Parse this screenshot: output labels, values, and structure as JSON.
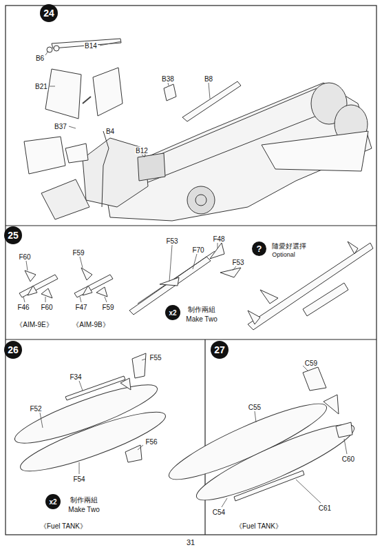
{
  "diagram": {
    "nodes": [
      {
        "text": [
          "24"
        ]
      },
      {
        "text": [
          "25"
        ]
      },
      {
        "text": [
          "x2"
        ]
      },
      {
        "text": [
          "?"
        ]
      },
      {
        "text": [
          "26"
        ]
      },
      {
        "text": [
          "x2"
        ]
      },
      {
        "text": [
          "27"
        ]
      }
    ],
    "labels": [
      "B14",
      "B6",
      "B21",
      "B37",
      "B4",
      "B12",
      "B38",
      "B8",
      "F60",
      "F46",
      "F60",
      "F59",
      "F47",
      "F59",
      "《AIM-9E》",
      "《AIM-9B》",
      "F53",
      "F70",
      "F48",
      "F53",
      "制作兩組",
      "Make Two",
      "隨愛好選擇",
      "Optional",
      "F55",
      "F34",
      "F52",
      "F56",
      "F54",
      "制作兩組",
      "Make Two",
      "《Fuel TANK》",
      "C59",
      "C55",
      "C60",
      "C54",
      "C61",
      "《Fuel TANK》",
      "31"
    ]
  }
}
